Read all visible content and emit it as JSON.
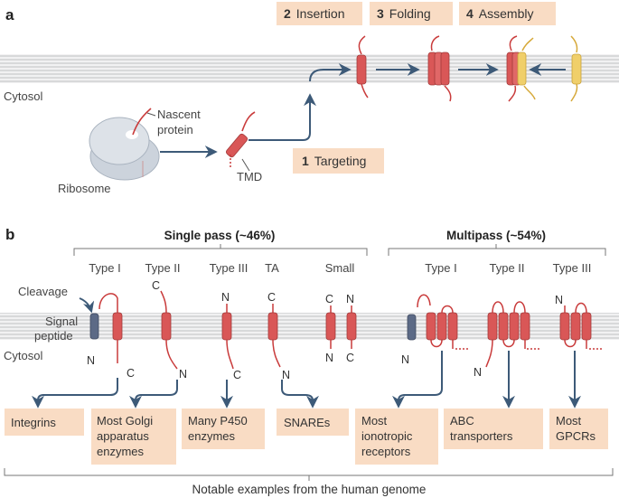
{
  "panel_a": {
    "label": "a",
    "steps": [
      {
        "num": "2",
        "text": "Insertion"
      },
      {
        "num": "3",
        "text": "Folding"
      },
      {
        "num": "4",
        "text": "Assembly"
      },
      {
        "num": "1",
        "text": "Targeting"
      }
    ],
    "cytosol": "Cytosol",
    "nascent_line1": "Nascent",
    "nascent_line2": "protein",
    "ribosome": "Ribosome",
    "tmd": "TMD"
  },
  "panel_b": {
    "label": "b",
    "single_pass": "Single pass (~46%)",
    "multipass": "Multipass (~54%)",
    "cytosol": "Cytosol",
    "cleavage": "Cleavage",
    "signal_line1": "Signal",
    "signal_line2": "peptide",
    "types_single": [
      "Type I",
      "Type II",
      "Type III",
      "TA",
      "Small"
    ],
    "types_multi": [
      "Type I",
      "Type II",
      "Type III"
    ],
    "termini": {
      "n": "N",
      "c": "C"
    },
    "examples": [
      [
        "Integrins"
      ],
      [
        "Most Golgi",
        "apparatus",
        "enzymes"
      ],
      [
        "Many P450",
        "enzymes"
      ],
      [
        "SNAREs"
      ],
      [
        "Most",
        "ionotropic",
        "receptors"
      ],
      [
        "ABC",
        "transporters"
      ],
      [
        "Most",
        "GPCRs"
      ]
    ],
    "footer": "Notable examples from the human genome"
  },
  "colors": {
    "membrane": "#b9babc",
    "tmd_red": "#d95757",
    "tmd_outline": "#a23a3a",
    "tail_red": "#c93b3b",
    "yellow": "#f0cf6a",
    "signal_blue": "#5c6a86",
    "box_fill": "#f9dcc4",
    "arrow": "#3d5a78",
    "ribosome": "#ccd3dc"
  }
}
